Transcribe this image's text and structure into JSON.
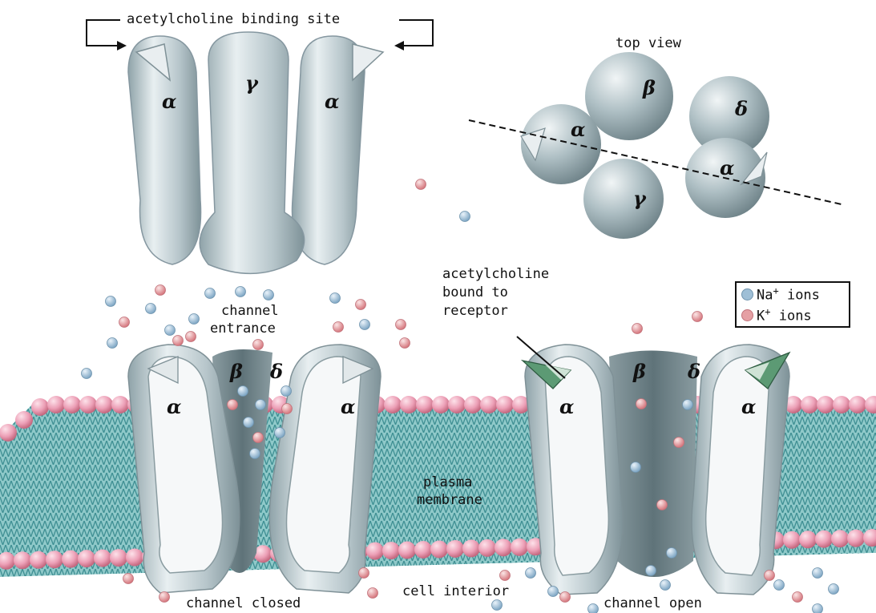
{
  "labels": {
    "binding_site": "acetylcholine binding site",
    "top_view": "top view",
    "channel_entrance_1": "channel",
    "channel_entrance_2": "entrance",
    "ach_bound_1": "acetylcholine",
    "ach_bound_2": "bound to",
    "ach_bound_3": "receptor",
    "plasma_1": "plasma",
    "plasma_2": "membrane",
    "cell_interior": "cell interior",
    "channel_closed": "channel closed",
    "channel_open": "channel open"
  },
  "subunits": {
    "alpha": "α",
    "beta": "β",
    "gamma": "γ",
    "delta": "δ"
  },
  "legend": {
    "na_label": "Na",
    "na_sup": "+",
    "na_suffix": " ions",
    "k_label": "K",
    "k_sup": "+",
    "k_suffix": " ions"
  },
  "colors": {
    "na_ion": "#9fbfd6",
    "k_ion": "#e5a0a4",
    "protein": "#b9c8cd",
    "protein_dark": "#7f9197",
    "membrane_head": "#ec9fb6",
    "membrane_tail": "#67b0b1",
    "acetylcholine": "#5c9a74"
  }
}
